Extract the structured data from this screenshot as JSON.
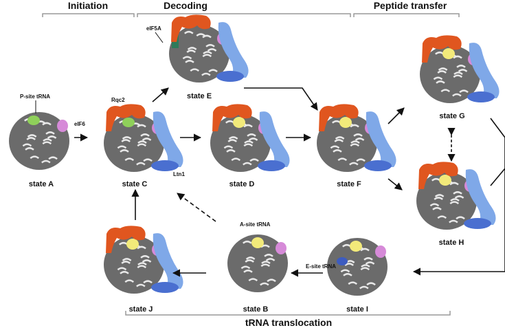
{
  "phases": {
    "initiation": "Initiation",
    "decoding": "Decoding",
    "peptide_transfer": "Peptide transfer",
    "trna_translocation": "tRNA translocation"
  },
  "states": {
    "A": "state A",
    "B": "state B",
    "C": "state C",
    "D": "state D",
    "E": "state E",
    "F": "state F",
    "G": "state G",
    "H": "state H",
    "I": "state I",
    "J": "state J"
  },
  "annotations": {
    "p_site_trna": "P-site tRNA",
    "eif6": "eIF6",
    "rqc2": "Rqc2",
    "ltn1": "Ltn1",
    "eif5a": "eIF5A",
    "a_site_trna": "A-site tRNA",
    "e_site_trna": "E-site tRNA"
  },
  "colors": {
    "ribosome": "#6b6b6b",
    "rqc2": "#e0561f",
    "ltn1": "#7fa8e8",
    "ltn1_dark": "#4a6fd0",
    "p_trna": "#8fd05a",
    "a_trna": "#f2ea7a",
    "e_trna": "#3d5cc0",
    "eif6": "#d68ad8",
    "eif5a": "#2f7a5a"
  },
  "components": {
    "A": [
      "p_trna",
      "eif6"
    ],
    "B": [
      "a_trna",
      "eif6"
    ],
    "C": [
      "rqc2",
      "ltn1",
      "eif6",
      "p_trna"
    ],
    "D": [
      "rqc2",
      "ltn1",
      "eif6",
      "a_trna"
    ],
    "E": [
      "rqc2",
      "ltn1",
      "eif6",
      "eif5a"
    ],
    "F": [
      "rqc2",
      "ltn1",
      "eif6",
      "a_trna"
    ],
    "G": [
      "rqc2",
      "ltn1",
      "eif6",
      "a_trna"
    ],
    "H": [
      "rqc2",
      "ltn1",
      "eif6",
      "a_trna"
    ],
    "I": [
      "e_trna",
      "a_trna",
      "eif6"
    ],
    "J": [
      "rqc2",
      "ltn1",
      "eif6",
      "a_trna"
    ]
  }
}
